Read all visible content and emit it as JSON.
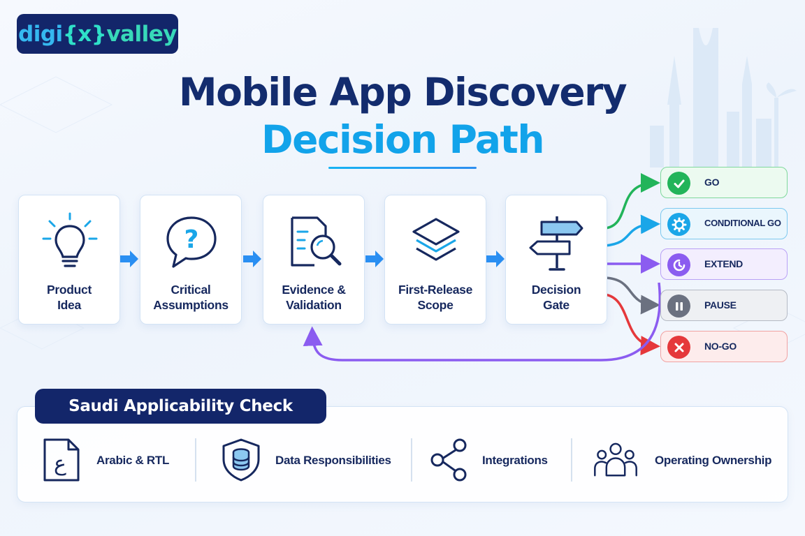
{
  "logo": {
    "part1": "digi",
    "part2": "{x}",
    "part3": "valley"
  },
  "title": "Mobile App Discovery",
  "subtitle": "Decision Path",
  "steps": [
    {
      "line1": "Product",
      "line2": "Idea",
      "icon": "lightbulb-icon"
    },
    {
      "line1": "Critical",
      "line2": "Assumptions",
      "icon": "question-bubble-icon"
    },
    {
      "line1": "Evidence &",
      "line2": "Validation",
      "icon": "document-search-icon"
    },
    {
      "line1": "First-Release",
      "line2": "Scope",
      "icon": "layers-icon"
    },
    {
      "line1": "Decision",
      "line2": "Gate",
      "icon": "signpost-icon"
    }
  ],
  "outcomes": [
    {
      "label": "GO",
      "icon": "check-icon",
      "color": "#22b45a",
      "bg": "#ecfaf0"
    },
    {
      "label": "CONDITIONAL GO",
      "icon": "gear-icon",
      "color": "#1aa6e8",
      "bg": "#eaf6fd"
    },
    {
      "label": "EXTEND",
      "icon": "clock-icon",
      "color": "#8b5cf0",
      "bg": "#f3eefe"
    },
    {
      "label": "PAUSE",
      "icon": "pause-icon",
      "color": "#6b7180",
      "bg": "#eef0f3"
    },
    {
      "label": "NO-GO",
      "icon": "x-icon",
      "color": "#e5383b",
      "bg": "#fdecec"
    }
  ],
  "saudi": {
    "title": "Saudi Applicability Check",
    "items": [
      {
        "label": "Arabic & RTL",
        "icon": "arabic-document-icon"
      },
      {
        "label": "Data Responsibilities",
        "icon": "shield-database-icon"
      },
      {
        "label": "Integrations",
        "icon": "share-nodes-icon"
      },
      {
        "label": "Operating Ownership",
        "icon": "people-icon"
      }
    ]
  },
  "colors": {
    "navy": "#13266a",
    "accent_blue": "#12a3ea",
    "arrow_blue": "#2a8ff2",
    "loop_purple": "#8b5cf0"
  }
}
